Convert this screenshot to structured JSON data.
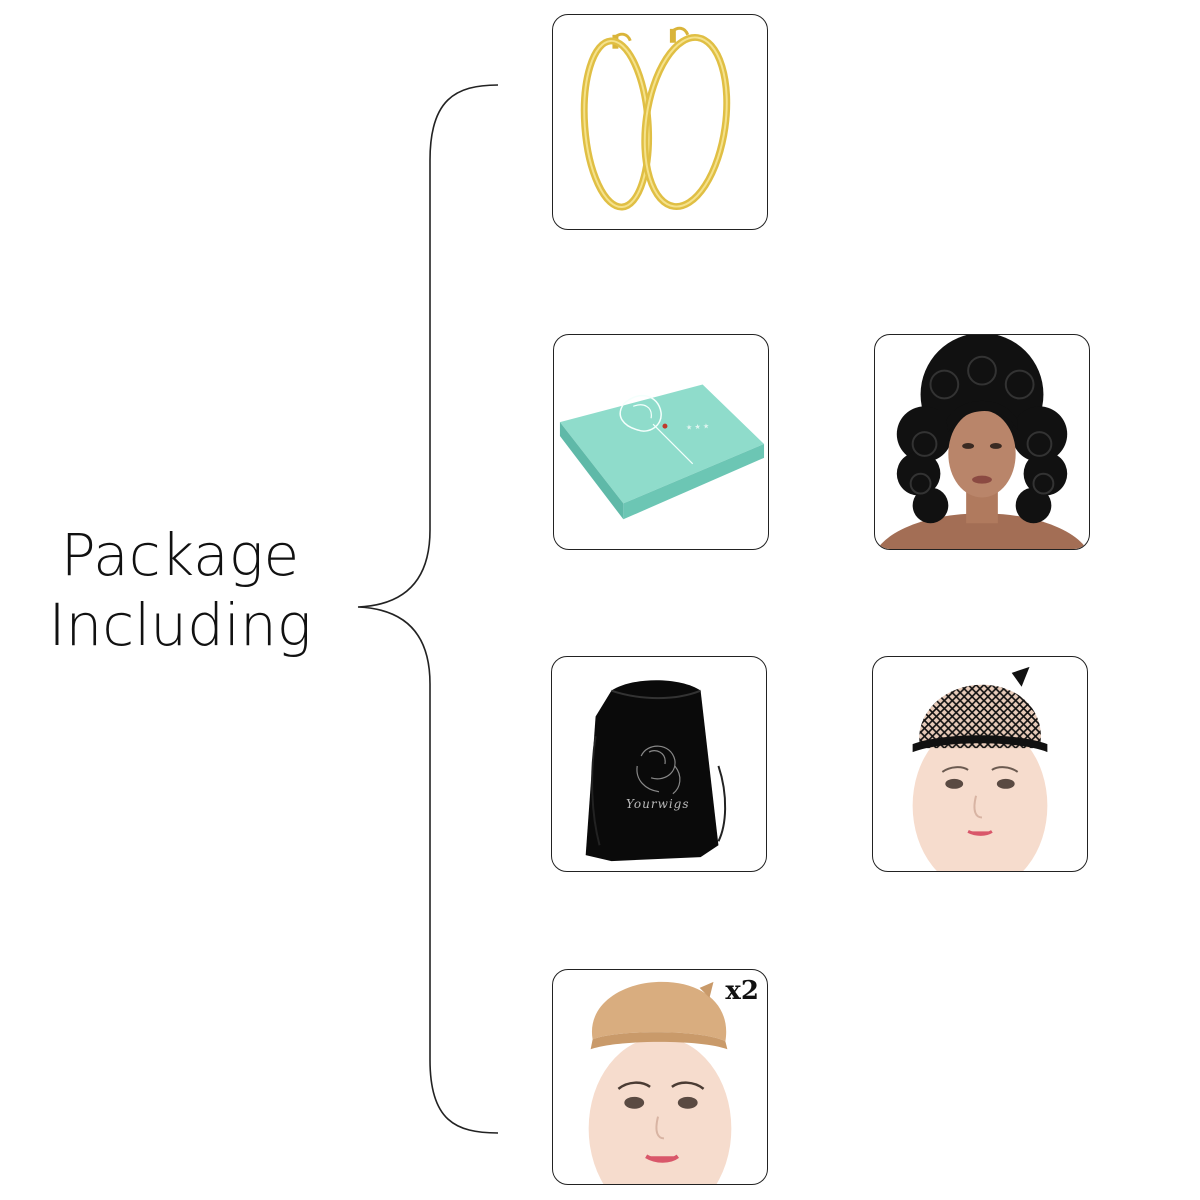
{
  "heading": {
    "line1": "Package",
    "line2": "Including"
  },
  "items": [
    {
      "id": "earrings",
      "icon": "gold-hoop-earrings"
    },
    {
      "id": "gift-box",
      "icon": "teal-gift-box"
    },
    {
      "id": "wig",
      "icon": "curly-black-wig"
    },
    {
      "id": "bag",
      "icon": "black-drawstring-bag",
      "text": "Yourwigs"
    },
    {
      "id": "wig-net",
      "icon": "black-wig-net"
    },
    {
      "id": "wig-cap",
      "icon": "nude-wig-cap",
      "quantity": "x2"
    }
  ],
  "colors": {
    "gold": "#e8c84a",
    "teal": "#7ed3c3",
    "nude_cap": "#d9ad7f",
    "skin": "#f3d5c4",
    "mannequin": "#b07a5e"
  }
}
